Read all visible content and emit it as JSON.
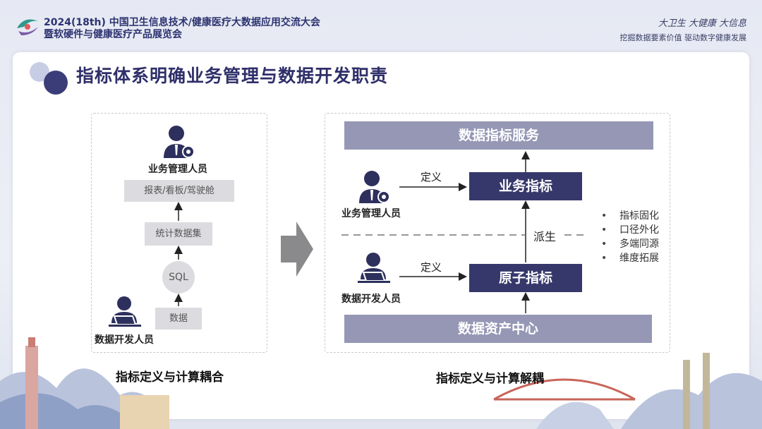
{
  "header": {
    "conference_line1": "2024(18th) 中国卫生信息技术/健康医疗大数据应用交流大会",
    "conference_line2": "暨软硬件与健康医疗产品展览会",
    "slogan_line1": "大卫生  大健康  大信息",
    "slogan_line2": "挖掘数据要素价值   驱动数字健康发展"
  },
  "page_title": "指标体系明确业务管理与数据开发职责",
  "left_diagram": {
    "business_role": "业务管理人员",
    "report_box": "报表/看板/驾驶舱",
    "dataset_box": "统计数据集",
    "sql_node": "SQL",
    "data_box": "数据",
    "developer_role": "数据开发人员",
    "caption": "指标定义与计算耦合"
  },
  "right_diagram": {
    "service_box": "数据指标服务",
    "business_role": "业务管理人员",
    "define_label_top": "定义",
    "business_metric": "业务指标",
    "derive_label": "派生",
    "developer_role": "数据开发人员",
    "define_label_bottom": "定义",
    "atomic_metric": "原子指标",
    "asset_center": "数据资产中心",
    "caption": "指标定义与计算解耦"
  },
  "bullets": [
    "指标固化",
    "口径外化",
    "多端同源",
    "维度拓展"
  ],
  "colors": {
    "navy": "#36386b",
    "slate": "#9597b5",
    "gray": "#dcdce0",
    "title": "#2f2f6a"
  },
  "icons": [
    "conference-logo-icon",
    "person-gear-icon",
    "person-laptop-icon",
    "right-arrow-icon"
  ]
}
